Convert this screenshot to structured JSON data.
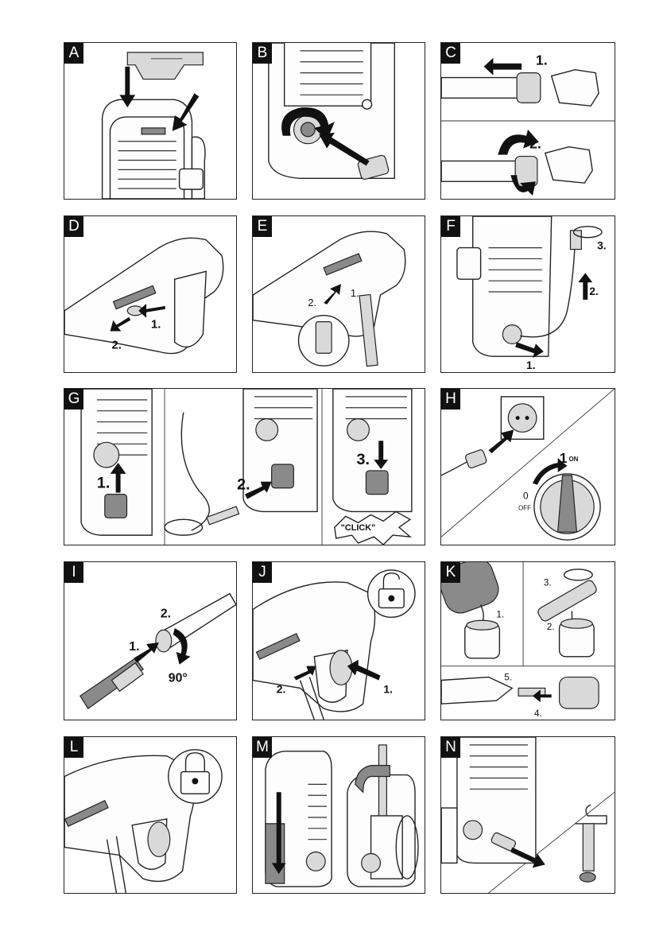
{
  "panels": [
    {
      "id": "A",
      "steps": []
    },
    {
      "id": "B",
      "steps": []
    },
    {
      "id": "C",
      "steps": [
        "1.",
        "2."
      ]
    },
    {
      "id": "D",
      "steps": [
        "1.",
        "2."
      ]
    },
    {
      "id": "E",
      "steps": [
        "1.",
        "2."
      ]
    },
    {
      "id": "F",
      "steps": [
        "1.",
        "2.",
        "3."
      ]
    },
    {
      "id": "G",
      "steps": [
        "1.",
        "2.",
        "3."
      ],
      "click_text": "\"CLICK\""
    },
    {
      "id": "H",
      "on_label": "1",
      "on_sub": "ON",
      "off_label": "0",
      "off_sub": "OFF"
    },
    {
      "id": "I",
      "steps": [
        "1.",
        "2."
      ],
      "angle": "90°"
    },
    {
      "id": "J",
      "steps": [
        "1.",
        "2."
      ]
    },
    {
      "id": "K",
      "steps": [
        "1.",
        "2.",
        "3.",
        "4.",
        "5."
      ]
    },
    {
      "id": "L",
      "steps": []
    },
    {
      "id": "M",
      "steps": []
    },
    {
      "id": "N",
      "steps": []
    }
  ],
  "icons": {
    "unlock": "padlock-open-icon",
    "lock": "padlock-closed-icon"
  }
}
